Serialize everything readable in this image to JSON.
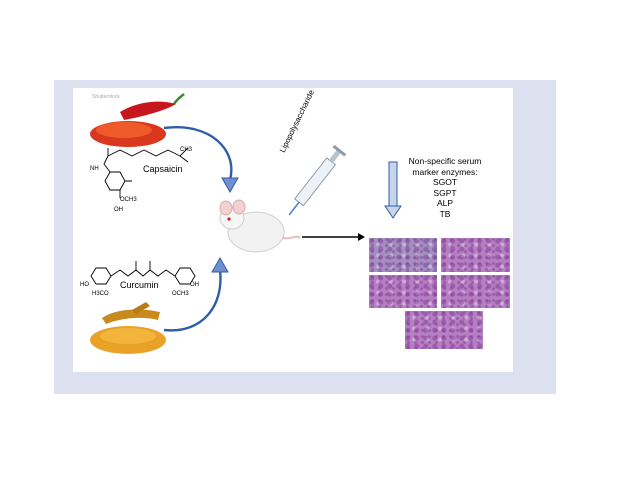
{
  "watermark": "Shutterstock",
  "compound1": {
    "name": "Capsaicin",
    "groups": {
      "methyl": "CH3",
      "amide": "NH",
      "methoxy": "OCH3",
      "hydroxyl": "OH"
    }
  },
  "compound2": {
    "name": "Curcumin",
    "groups": {
      "ho_left": "HO",
      "oh_right": "OH",
      "methoxy_left": "H3CO",
      "methoxy_right": "OCH3"
    }
  },
  "injection": {
    "label": "Lipopolysaccharide"
  },
  "enzymes": {
    "heading_line1": "Non-specific serum",
    "heading_line2": "marker enzymes:",
    "items": [
      "SGOT",
      "SGPT",
      "ALP",
      "TB"
    ]
  },
  "colors": {
    "frame": "#dde1ef",
    "chili_powder": "#d9381e",
    "turmeric": "#e9a227",
    "arrow": "#2f5ea8",
    "tissue": "#b77fc3"
  }
}
